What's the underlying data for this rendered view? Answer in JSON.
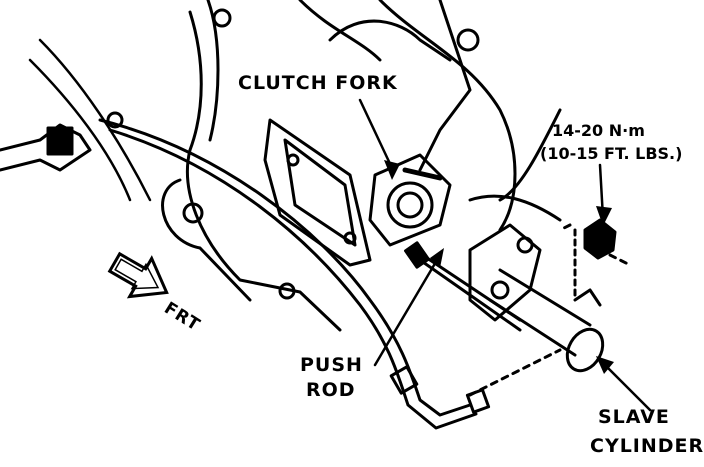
{
  "labels": {
    "clutch_fork": "CLUTCH FORK",
    "torque_nm": "14-20 N·m",
    "torque_ftlbs": "(10-15 FT. LBS.)",
    "push_rod_line1": "PUSH",
    "push_rod_line2": "ROD",
    "slave_line1": "SLAVE",
    "slave_line2": "CYLINDER",
    "front": "FRT"
  },
  "icons": [
    "front-arrow-icon",
    "leader-arrow-icon"
  ],
  "colors": {
    "ink": "#000000",
    "paper": "#ffffff"
  }
}
